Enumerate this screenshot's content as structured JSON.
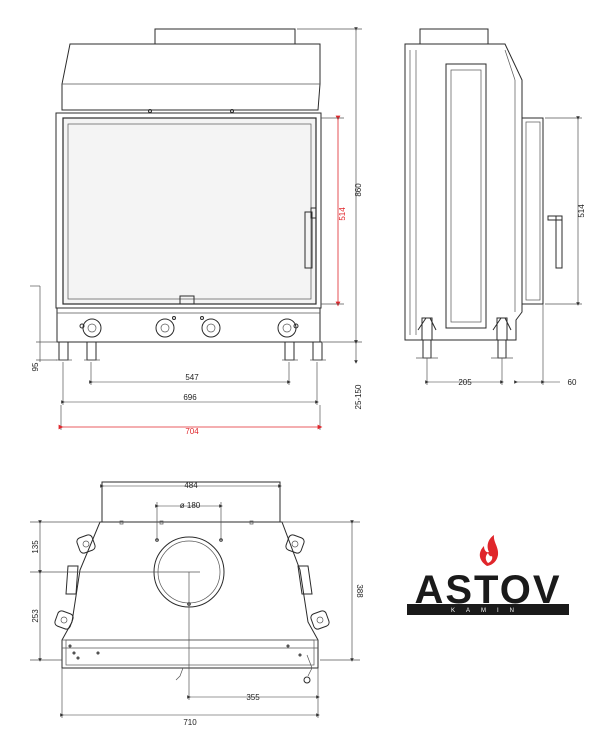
{
  "logo": {
    "word": "ASTOV",
    "sub": "KAMIN",
    "flame_color": "#e0262b",
    "text_color": "#1a1a1a"
  },
  "colors": {
    "line": "#2b2b2b",
    "dimension": "#333333",
    "highlight": "#e0262b"
  },
  "front_view": {
    "dims": {
      "height_total": "860",
      "glass_height": "514",
      "feet_height": "95",
      "adjust_range": "25-150",
      "feet_spacing": "547",
      "body_width": "696",
      "overall_width": "704"
    }
  },
  "side_view": {
    "dims": {
      "glass_height": "514",
      "depth": "205",
      "offset": "60"
    }
  },
  "top_view": {
    "dims": {
      "collar_width": "484",
      "flue_diameter": "ø 180",
      "front_depth": "135",
      "rear_depth": "253",
      "total_depth": "388",
      "center_offset": "355",
      "overall_width": "710"
    }
  }
}
